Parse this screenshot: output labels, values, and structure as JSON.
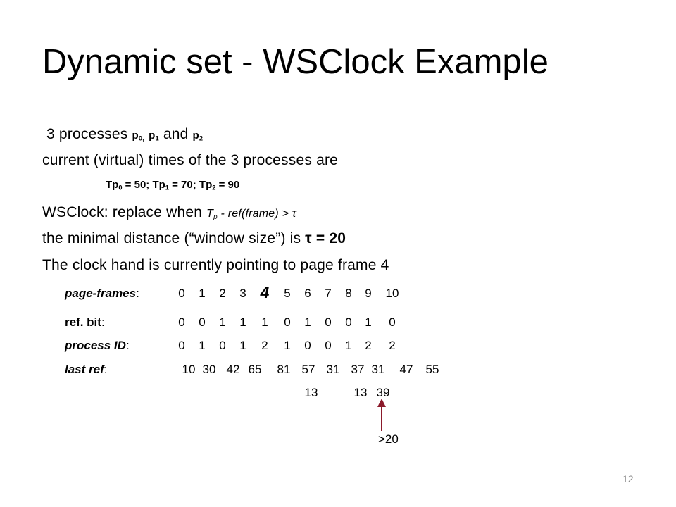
{
  "title": "Dynamic set - WSClock Example",
  "lines": {
    "processes": {
      "prefix": "3 processes",
      "p0": "p",
      "p0_sub": "0,",
      "p1": "p",
      "p1_sub": "1",
      "and": "and",
      "p2": "p",
      "p2_sub": "2"
    },
    "times_intro": "current (virtual) times of the 3 processes are",
    "times": {
      "t0": "Tp",
      "t0_sub": "0",
      "t0_val": "= 50;",
      "t1": "Tp",
      "t1_sub": "1",
      "t1_val": "= 70;",
      "t2": "Tp",
      "t2_sub": "2",
      "t2_val": "= 90"
    },
    "wsclock": {
      "prefix": "WSClock: replace when",
      "formula_t": "T",
      "formula_sub": "p",
      "formula_rest": "- ref(frame)  > τ"
    },
    "min_distance": {
      "prefix": "the minimal distance (“window size”)  is",
      "tau": "τ = 20"
    },
    "clock_hand": "The clock hand is currently pointing to page frame 4"
  },
  "table": {
    "labels": {
      "page_frames": "page-frames",
      "ref_bit": "ref.  bit",
      "process_id": "process ID",
      "last_ref": "last ref",
      "colon": ":"
    },
    "page_frames": [
      "0",
      "1",
      "2",
      "3",
      "4",
      "5",
      "6",
      "7",
      "8",
      "9",
      "10"
    ],
    "ref_bit": [
      "0",
      "0",
      "1",
      "1",
      "1",
      "0",
      "1",
      "0",
      "0",
      "1",
      "0"
    ],
    "process_id": [
      "0",
      "1",
      "0",
      "1",
      "2",
      "1",
      "0",
      "0",
      "1",
      "2",
      "2"
    ],
    "last_ref": [
      "10",
      "30",
      "42",
      "65",
      "81",
      "57",
      "31",
      "37",
      "31",
      "47",
      "55"
    ],
    "extra_row": {
      "col5": "13",
      "col7": "13",
      "col8": "39"
    },
    "annotation": ">20"
  },
  "page_number": "12"
}
